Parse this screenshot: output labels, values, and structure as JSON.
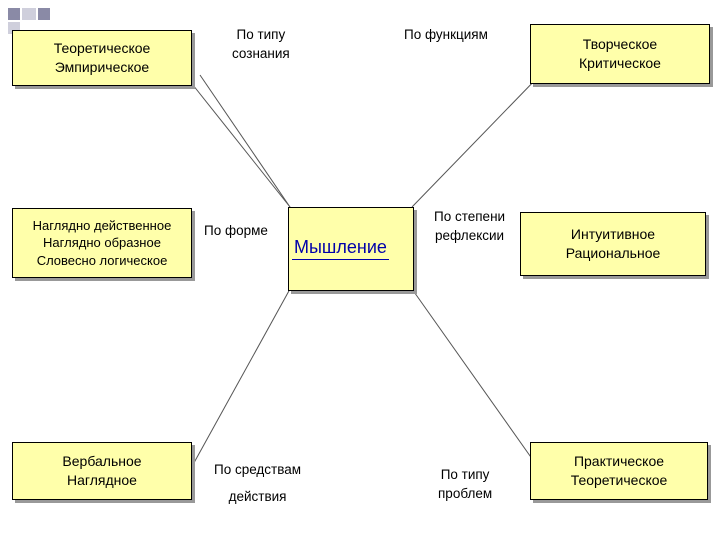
{
  "center": "Мышление",
  "boxes": {
    "top_left": [
      "Теоретическое",
      "Эмпирическое"
    ],
    "top_right": [
      "Творческое",
      "Критическое"
    ],
    "mid_left": [
      "Наглядно действенное",
      "Наглядно образное",
      "Словесно логическое"
    ],
    "mid_right": [
      "Интуитивное",
      "Рациональное"
    ],
    "bottom_left": [
      "Вербальное",
      "Наглядное"
    ],
    "bottom_right": [
      "Практическое",
      "Теоретическое"
    ]
  },
  "criteria": {
    "top_left": [
      "По типу",
      "сознания"
    ],
    "top_right": "По функциям",
    "mid_left": "По форме",
    "mid_right": [
      "По степени",
      "рефлексии"
    ],
    "bottom_left": [
      "По средствам",
      "действия"
    ],
    "bottom_right": [
      "По типу",
      "проблем"
    ]
  }
}
